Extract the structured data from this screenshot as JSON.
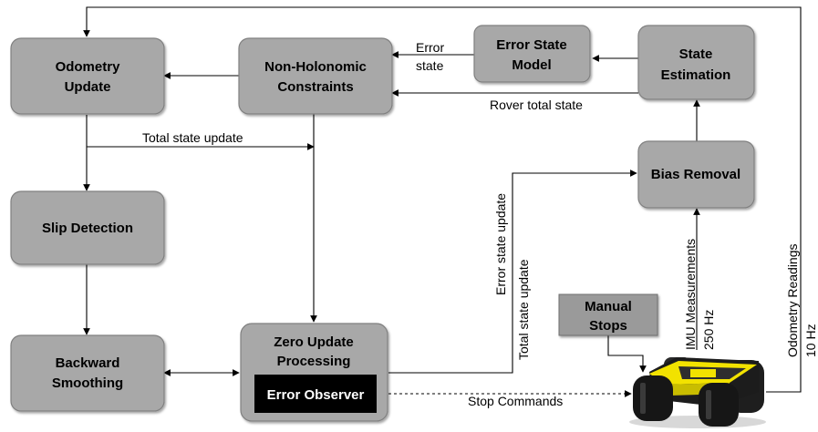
{
  "boxes": {
    "odometry_update": [
      "Odometry",
      "Update"
    ],
    "non_holonomic": [
      "Non-Holonomic",
      "Constraints"
    ],
    "error_state_model": [
      "Error State",
      "Model"
    ],
    "state_estimation": [
      "State",
      "Estimation"
    ],
    "bias_removal": [
      "Bias Removal"
    ],
    "slip_detection": [
      "Slip Detection"
    ],
    "backward_smoothing": [
      "Backward",
      "Smoothing"
    ],
    "zero_update": [
      "Zero Update",
      "Processing"
    ],
    "error_observer": [
      "Error Observer"
    ],
    "manual_stops": [
      "Manual",
      "Stops"
    ]
  },
  "labels": {
    "error_state": [
      "Error",
      "state"
    ],
    "rover_total_state": "Rover total state",
    "total_state_update_h": "Total state update",
    "error_state_update_v": "Error state update",
    "total_state_update_v": "Total state update",
    "imu_measurements": [
      "IMU Measurements",
      "250 Hz"
    ],
    "odometry_readings": [
      "Odometry Readings",
      "10 Hz"
    ],
    "stop_commands": "Stop Commands"
  },
  "colors": {
    "box_fill": "#a8a8a8",
    "box_border": "#808080",
    "error_observer_fill": "#000000",
    "rover_body": "#f2e200"
  }
}
